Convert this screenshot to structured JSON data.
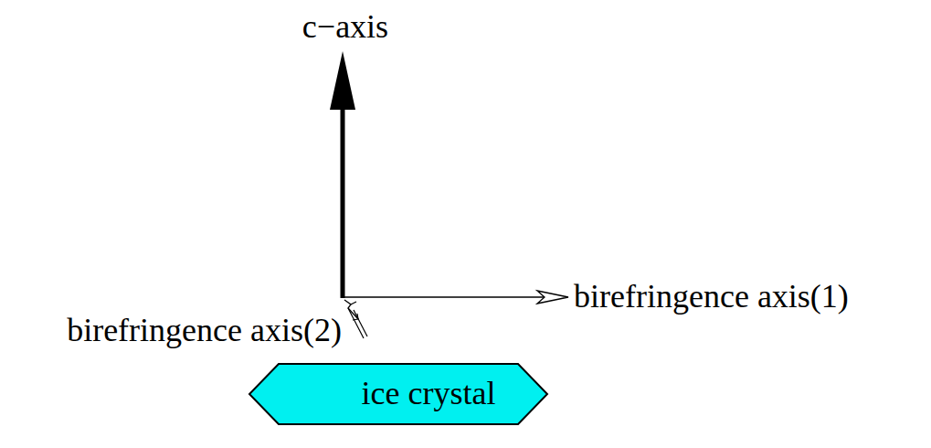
{
  "diagram": {
    "nodes": [
      {
        "text": [
          "ice crystal"
        ]
      }
    ],
    "labels": [
      "c−axis",
      "birefringence axis(1)",
      "birefringence axis(2)"
    ]
  }
}
